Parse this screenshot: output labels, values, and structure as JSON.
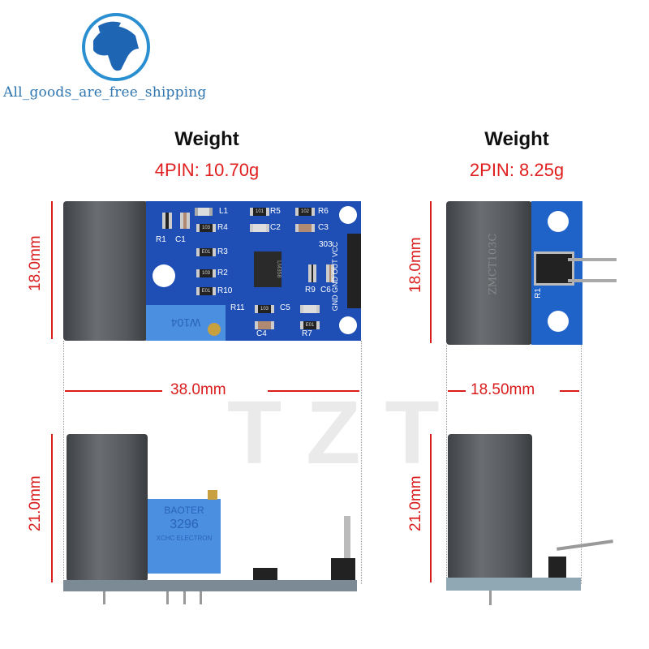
{
  "brand": {
    "text": "All_goods_are_free_shipping",
    "icon": "globe-icon"
  },
  "watermark": "TZT",
  "left_module": {
    "weight_title": "Weight",
    "weight_value": "4PIN: 10.70g",
    "height_top": "18.0mm",
    "width": "38.0mm",
    "height_side": "21.0mm",
    "silkscreen": {
      "r1": "R1",
      "c1": "C1",
      "l1": "L1",
      "r4": "R4",
      "r5": "R5",
      "r6": "R6",
      "c2": "C2",
      "c3": "C3",
      "r3": "R3",
      "r2": "R2",
      "r10": "R10",
      "r11": "R11",
      "c5": "C5",
      "c4": "C4",
      "r7": "R7",
      "r9": "R9",
      "c6": "C6",
      "code": "303",
      "pins": "GND GND OUT VCC",
      "pot": "W104",
      "chip": "LM358"
    },
    "pot_text": {
      "brand": "BAOTER",
      "model": "3296",
      "maker": "XCHC ELECTRON"
    }
  },
  "right_module": {
    "weight_title": "Weight",
    "weight_value": "2PIN: 8.25g",
    "height_top": "18.0mm",
    "width": "18.50mm",
    "height_side": "21.0mm",
    "transformer_text": "ZMCT103C",
    "r1": "R1"
  },
  "colors": {
    "accent": "#e02020",
    "pcb": "#1f4fb5",
    "brand": "#2f75b0"
  }
}
